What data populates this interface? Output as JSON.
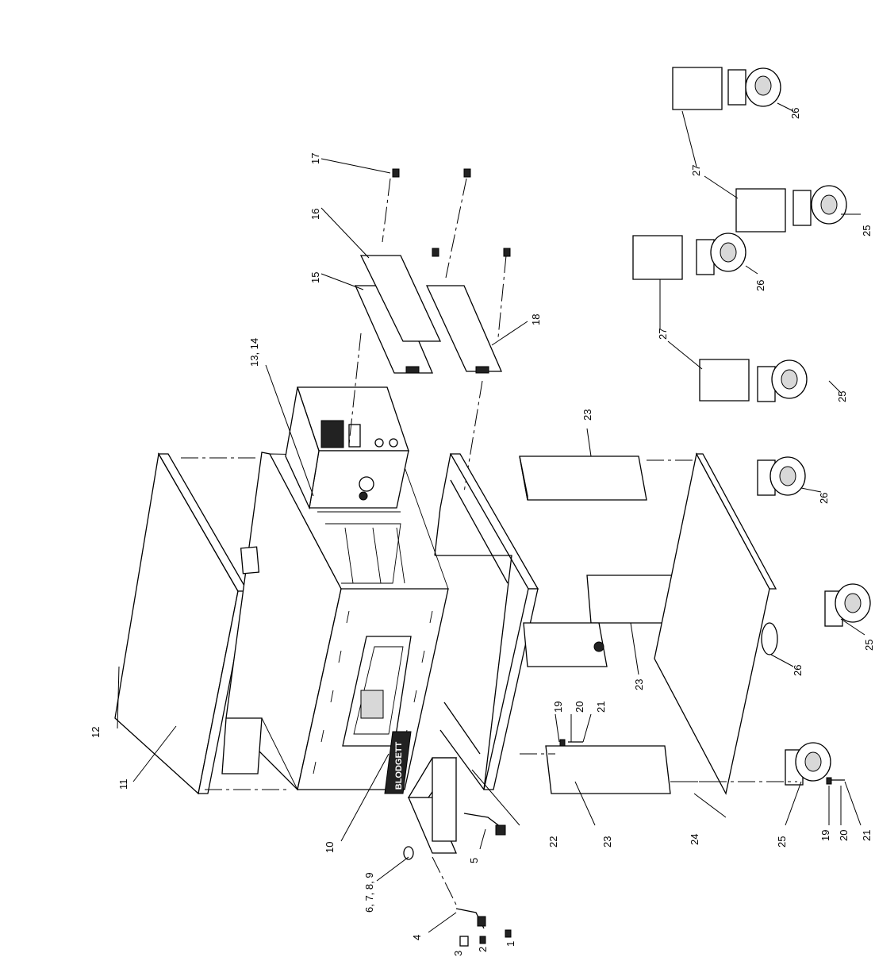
{
  "diagram": {
    "type": "exploded-parts-view",
    "logo_text": "BLODGETT",
    "callouts": [
      {
        "id": "c1",
        "label": "1"
      },
      {
        "id": "c2",
        "label": "2"
      },
      {
        "id": "c3",
        "label": "3"
      },
      {
        "id": "c4",
        "label": "4"
      },
      {
        "id": "c5",
        "label": "5"
      },
      {
        "id": "c6",
        "label": "6, 7, 8, 9"
      },
      {
        "id": "c10",
        "label": "10"
      },
      {
        "id": "c11",
        "label": "11"
      },
      {
        "id": "c12",
        "label": "12"
      },
      {
        "id": "c13",
        "label": "13, 14"
      },
      {
        "id": "c15",
        "label": "15"
      },
      {
        "id": "c16",
        "label": "16"
      },
      {
        "id": "c17",
        "label": "17"
      },
      {
        "id": "c18",
        "label": "18"
      },
      {
        "id": "c19a",
        "label": "19"
      },
      {
        "id": "c20a",
        "label": "20"
      },
      {
        "id": "c21a",
        "label": "21"
      },
      {
        "id": "c19b",
        "label": "19"
      },
      {
        "id": "c20b",
        "label": "20"
      },
      {
        "id": "c21b",
        "label": "21"
      },
      {
        "id": "c22",
        "label": "22"
      },
      {
        "id": "c23a",
        "label": "23"
      },
      {
        "id": "c23b",
        "label": "23"
      },
      {
        "id": "c23c",
        "label": "23"
      },
      {
        "id": "c24",
        "label": "24"
      },
      {
        "id": "c25a",
        "label": "25"
      },
      {
        "id": "c25b",
        "label": "25"
      },
      {
        "id": "c25c",
        "label": "25"
      },
      {
        "id": "c25d",
        "label": "25"
      },
      {
        "id": "c26a",
        "label": "26"
      },
      {
        "id": "c26b",
        "label": "26"
      },
      {
        "id": "c26c",
        "label": "26"
      },
      {
        "id": "c26d",
        "label": "26"
      },
      {
        "id": "c27a",
        "label": "27"
      },
      {
        "id": "c27b",
        "label": "27"
      }
    ]
  }
}
